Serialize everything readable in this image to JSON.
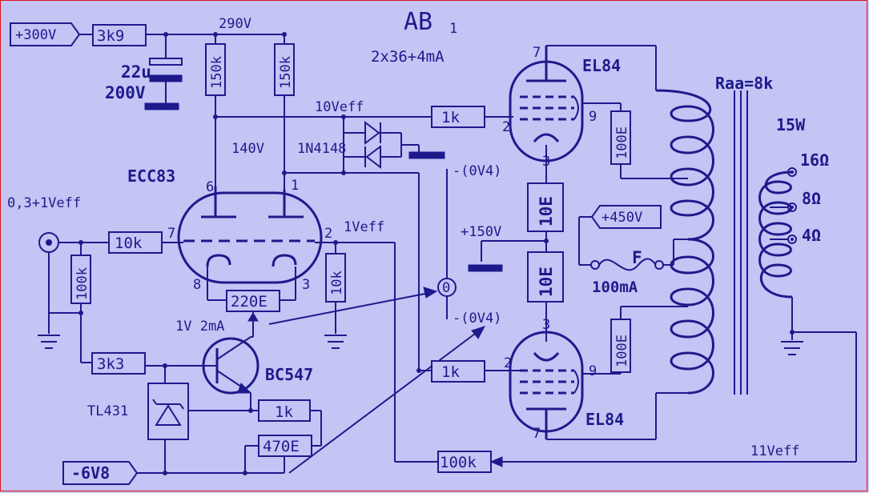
{
  "title": "AB",
  "title_sub": "1",
  "subtitle": "2x36+4mA",
  "supply_300": "+300V",
  "supply_450": "+450V",
  "supply_neg": "-6V8",
  "supply_150": "+150V",
  "r_3k9": "3k9",
  "cap_value": "22u",
  "cap_voltage": "200V",
  "v_290": "290V",
  "v_140": "140V",
  "v_10eff": "10Veff",
  "v_1eff": "1Veff",
  "v_11eff": "11Veff",
  "r_150k_a": "150k",
  "r_150k_b": "150k",
  "diode": "1N4148",
  "tube_ecc83": "ECC83",
  "input_level": "0,3+1Veff",
  "r_10k_in": "10k",
  "r_100k_in": "100k",
  "r_220e": "220E",
  "r_10k_g": "10k",
  "r_3k3": "3k3",
  "transistor": "BC547",
  "ref": "TL431",
  "r_1k_emit": "1k",
  "r_470e": "470E",
  "bias_note": "1V 2mA",
  "r_1k_g1": "1k",
  "r_1k_g2": "1k",
  "r_100k_fb": "100k",
  "tube_el84_top": "EL84",
  "tube_el84_bot": "EL84",
  "r_10e_a": "10E",
  "r_10e_b": "10E",
  "r_100e_a": "100E",
  "r_100e_b": "100E",
  "ov4_top": "-(0V4)",
  "ov4_bot": "-(0V4)",
  "meter": "0",
  "fuse_label": "F",
  "fuse_value": "100mA",
  "raa": "Raa=8k",
  "power": "15W",
  "tap16": "16Ω",
  "tap8": "8Ω",
  "tap4": "4Ω",
  "pins": {
    "p6": "6",
    "p1": "1",
    "p7": "7",
    "p2": "2",
    "p8": "8",
    "p3": "3",
    "t7": "7",
    "t9": "9",
    "t2": "2",
    "t3": "3",
    "b3": "3",
    "b2": "2",
    "b9": "9",
    "b7": "7"
  }
}
